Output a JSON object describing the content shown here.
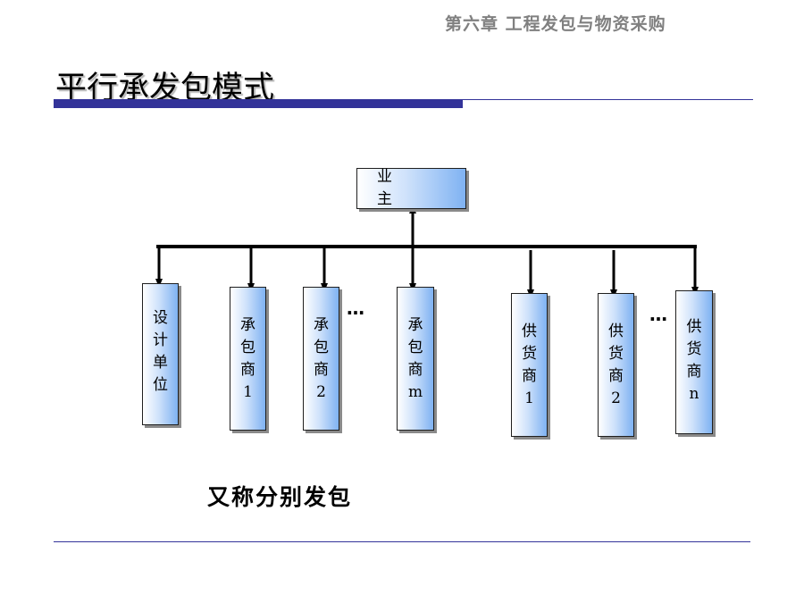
{
  "header": {
    "chapter": "第六章  工程发包与物资采购",
    "title": "平行承发包模式"
  },
  "diagram": {
    "owner": "业  主",
    "nodes": [
      {
        "id": "design",
        "label": "设计单位",
        "chars": [
          "设",
          "计",
          "单",
          "位"
        ]
      },
      {
        "id": "contractor-1",
        "label": "承包商1",
        "chars": [
          "承",
          "包",
          "商",
          "1"
        ]
      },
      {
        "id": "contractor-2",
        "label": "承包商2",
        "chars": [
          "承",
          "包",
          "商",
          "2"
        ]
      },
      {
        "id": "contractor-m",
        "label": "承包商m",
        "chars": [
          "承",
          "包",
          "商",
          "m"
        ]
      },
      {
        "id": "supplier-1",
        "label": "供货商1",
        "chars": [
          "供",
          "货",
          "商",
          "1"
        ]
      },
      {
        "id": "supplier-2",
        "label": "供货商2",
        "chars": [
          "供",
          "货",
          "商",
          "2"
        ]
      },
      {
        "id": "supplier-n",
        "label": "供货商n",
        "chars": [
          "供",
          "货",
          "商",
          "n"
        ]
      }
    ],
    "ellipsis": [
      "…",
      "…"
    ]
  },
  "footer": {
    "subtitle": "又称分别发包"
  }
}
